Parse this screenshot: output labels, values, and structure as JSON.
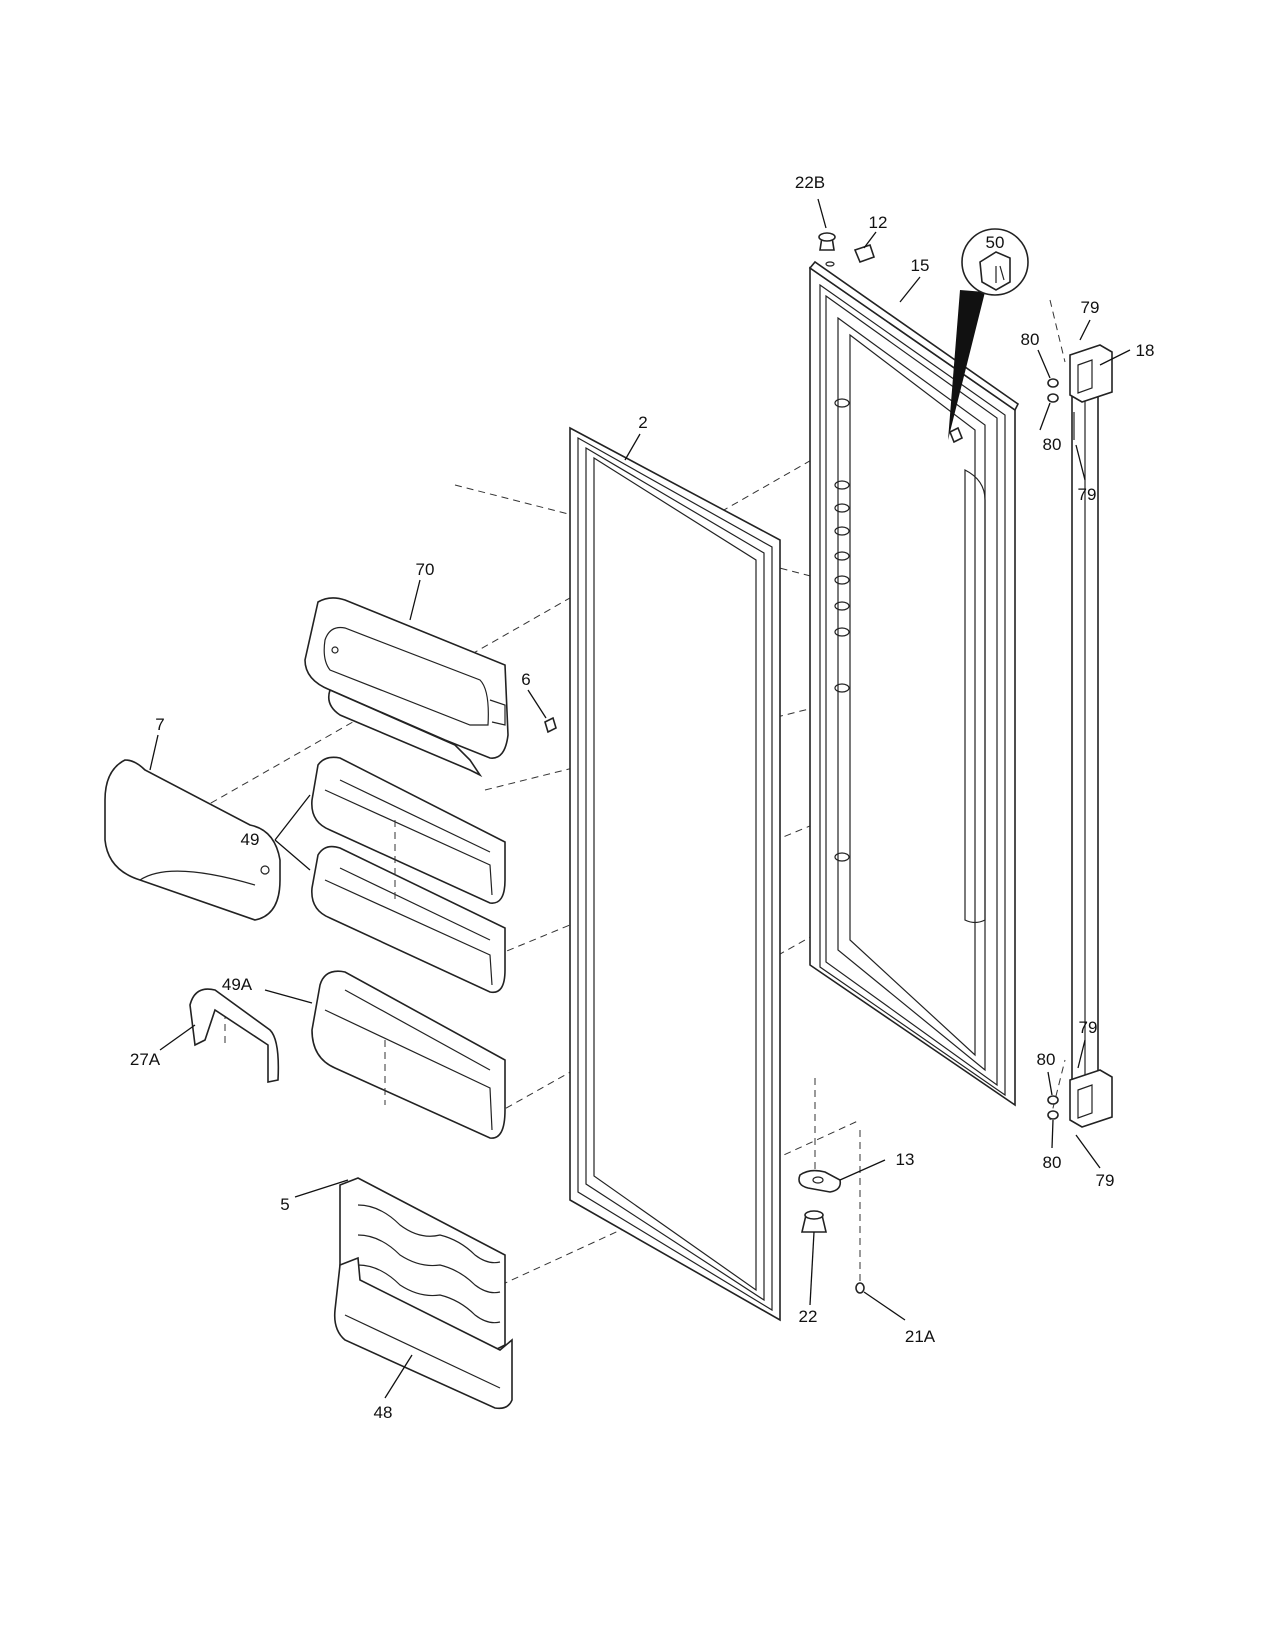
{
  "diagram": {
    "callouts": {
      "c22B": "22B",
      "c12": "12",
      "c15": "15",
      "c50": "50",
      "c79a": "79",
      "c80a": "80",
      "c80b": "80",
      "c79b": "79",
      "c2": "2",
      "c70": "70",
      "c6": "6",
      "c7": "7",
      "c49": "49",
      "c18": "18",
      "c49A": "49A",
      "c27A": "27A",
      "c79c": "79",
      "c80c": "80",
      "c80d": "80",
      "c79d": "79",
      "c13": "13",
      "c5": "5",
      "c22": "22",
      "c21A": "21A",
      "c48": "48"
    }
  }
}
